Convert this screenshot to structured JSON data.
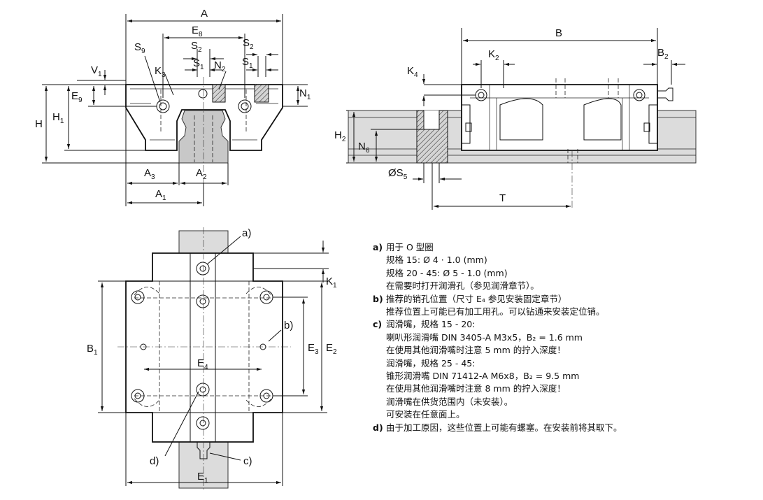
{
  "dimension_labels": {
    "A": "A",
    "E8": [
      "E",
      "8"
    ],
    "S9": [
      "S",
      "9"
    ],
    "S2a": [
      "S",
      "2"
    ],
    "S2b": [
      "S",
      "2"
    ],
    "V1": [
      "V",
      "1"
    ],
    "K3": [
      "K",
      "3"
    ],
    "S1a": [
      "S",
      "1"
    ],
    "N2": [
      "N",
      "2"
    ],
    "S1b": [
      "S",
      "1"
    ],
    "N1": [
      "N",
      "1"
    ],
    "E9": [
      "E",
      "9"
    ],
    "H": "H",
    "H1": [
      "H",
      "1"
    ],
    "A3": [
      "A",
      "3"
    ],
    "A2": [
      "A",
      "2"
    ],
    "A1": [
      "A",
      "1"
    ],
    "B": "B",
    "K2": [
      "K",
      "2"
    ],
    "B2": [
      "B",
      "2"
    ],
    "K4": [
      "K",
      "4"
    ],
    "H2": [
      "H",
      "2"
    ],
    "N6": [
      "N",
      "6"
    ],
    "S5": [
      "ØS",
      "5"
    ],
    "T": "T",
    "K1": [
      "K",
      "1"
    ],
    "B1": [
      "B",
      "1"
    ],
    "E3": [
      "E",
      "3"
    ],
    "E2": [
      "E",
      "2"
    ],
    "E4": [
      "E",
      "4"
    ],
    "E1": [
      "E",
      "1"
    ],
    "callout_a": "a)",
    "callout_b": "b)",
    "callout_c": "c)",
    "callout_d": "d)"
  },
  "notes": [
    {
      "key": "a)",
      "lines": [
        "用于 O 型圈",
        "规格 15:  Ø 4 · 1.0 (mm)",
        "规格 20 - 45: Ø 5 - 1.0 (mm)",
        "在需要时打开润滑孔（参见润滑章节）。"
      ]
    },
    {
      "key": "b)",
      "lines": [
        "推荐的销孔位置（尺寸 E₄ 参见安装固定章节）",
        "推荐位置上可能已有加工用孔。可以钻通来安装定位销。"
      ]
    },
    {
      "key": "c)",
      "lines": [
        "润滑嘴，规格 15 - 20:",
        "喇叭形润滑嘴 DIN 3405-A M3x5，B₂ = 1.6 mm",
        "在使用其他润滑嘴时注意 5 mm 的拧入深度！",
        "润滑嘴，规格 25 - 45:",
        "锥形润滑嘴 DIN 71412-A M6x8，B₂ = 9.5 mm",
        "在使用其他润滑嘴时注意 8 mm 的拧入深度！",
        "润滑嘴在供货范围内（未安装）。",
        "可安装在任意面上。"
      ]
    },
    {
      "key": "d)",
      "lines": [
        "由于加工原因，这些位置上可能有螺塞。在安装前将其取下。"
      ]
    }
  ]
}
